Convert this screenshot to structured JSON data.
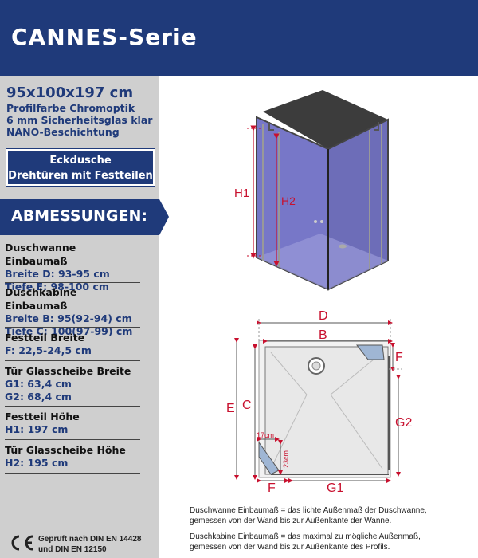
{
  "header": {
    "title": "CANNES-Serie"
  },
  "product": {
    "size": "95x100x197 cm",
    "specs": [
      "Profilfarbe Chromoptik",
      "6 mm Sicherheitsglas klar",
      "NANO-Beschichtung"
    ],
    "type_line1": "Eckdusche",
    "type_line2": "Drehtüren mit Festteilen"
  },
  "dimensions": {
    "heading": "ABMESSUNGEN:",
    "groups": [
      {
        "title": "Duschwanne Einbaumaß",
        "values": [
          "Breite D: 93-95 cm",
          "Tiefe E: 98-100 cm"
        ]
      },
      {
        "title": "Duschkabine Einbaumaß",
        "values": [
          "Breite B: 95(92-94) cm",
          "Tiefe C: 100(97-99) cm"
        ]
      },
      {
        "title": "Festteil Breite",
        "values": [
          "F: 22,5-24,5 cm"
        ]
      },
      {
        "title": "Tür Glasscheibe Breite",
        "values": [
          "G1: 63,4 cm",
          "G2: 68,4 cm"
        ]
      },
      {
        "title": "Festteil Höhe",
        "values": [
          "H1: 197 cm"
        ]
      },
      {
        "title": "Tür Glasscheibe Höhe",
        "values": [
          "H2: 195 cm"
        ]
      }
    ]
  },
  "diagram_labels": {
    "h1": "H1",
    "h2": "H2",
    "d": "D",
    "b": "B",
    "e": "E",
    "c": "C",
    "f_top": "F",
    "g2": "G2",
    "cm17": "17cm",
    "cm23": "23cm",
    "f_bottom": "F",
    "g1": "G1"
  },
  "notes": {
    "line1": "Duschwanne Einbaumaß = das lichte Außenmaß der Duschwanne,",
    "line2": "gemessen von der Wand bis zur Außenkante der Wanne.",
    "line3": "Duschkabine Einbaumaß = das maximal zu mögliche Außenmaß,",
    "line4": "gemessen von der Wand bis zur Außenkante des Profils."
  },
  "certification": {
    "ce": "CE",
    "line1": "Geprüft nach DIN EN 14428",
    "line2": "und DIN EN 12150"
  },
  "colors": {
    "brand": "#1f3a7a",
    "dimension": "#c8102e",
    "panel": "#cfcfcf"
  }
}
